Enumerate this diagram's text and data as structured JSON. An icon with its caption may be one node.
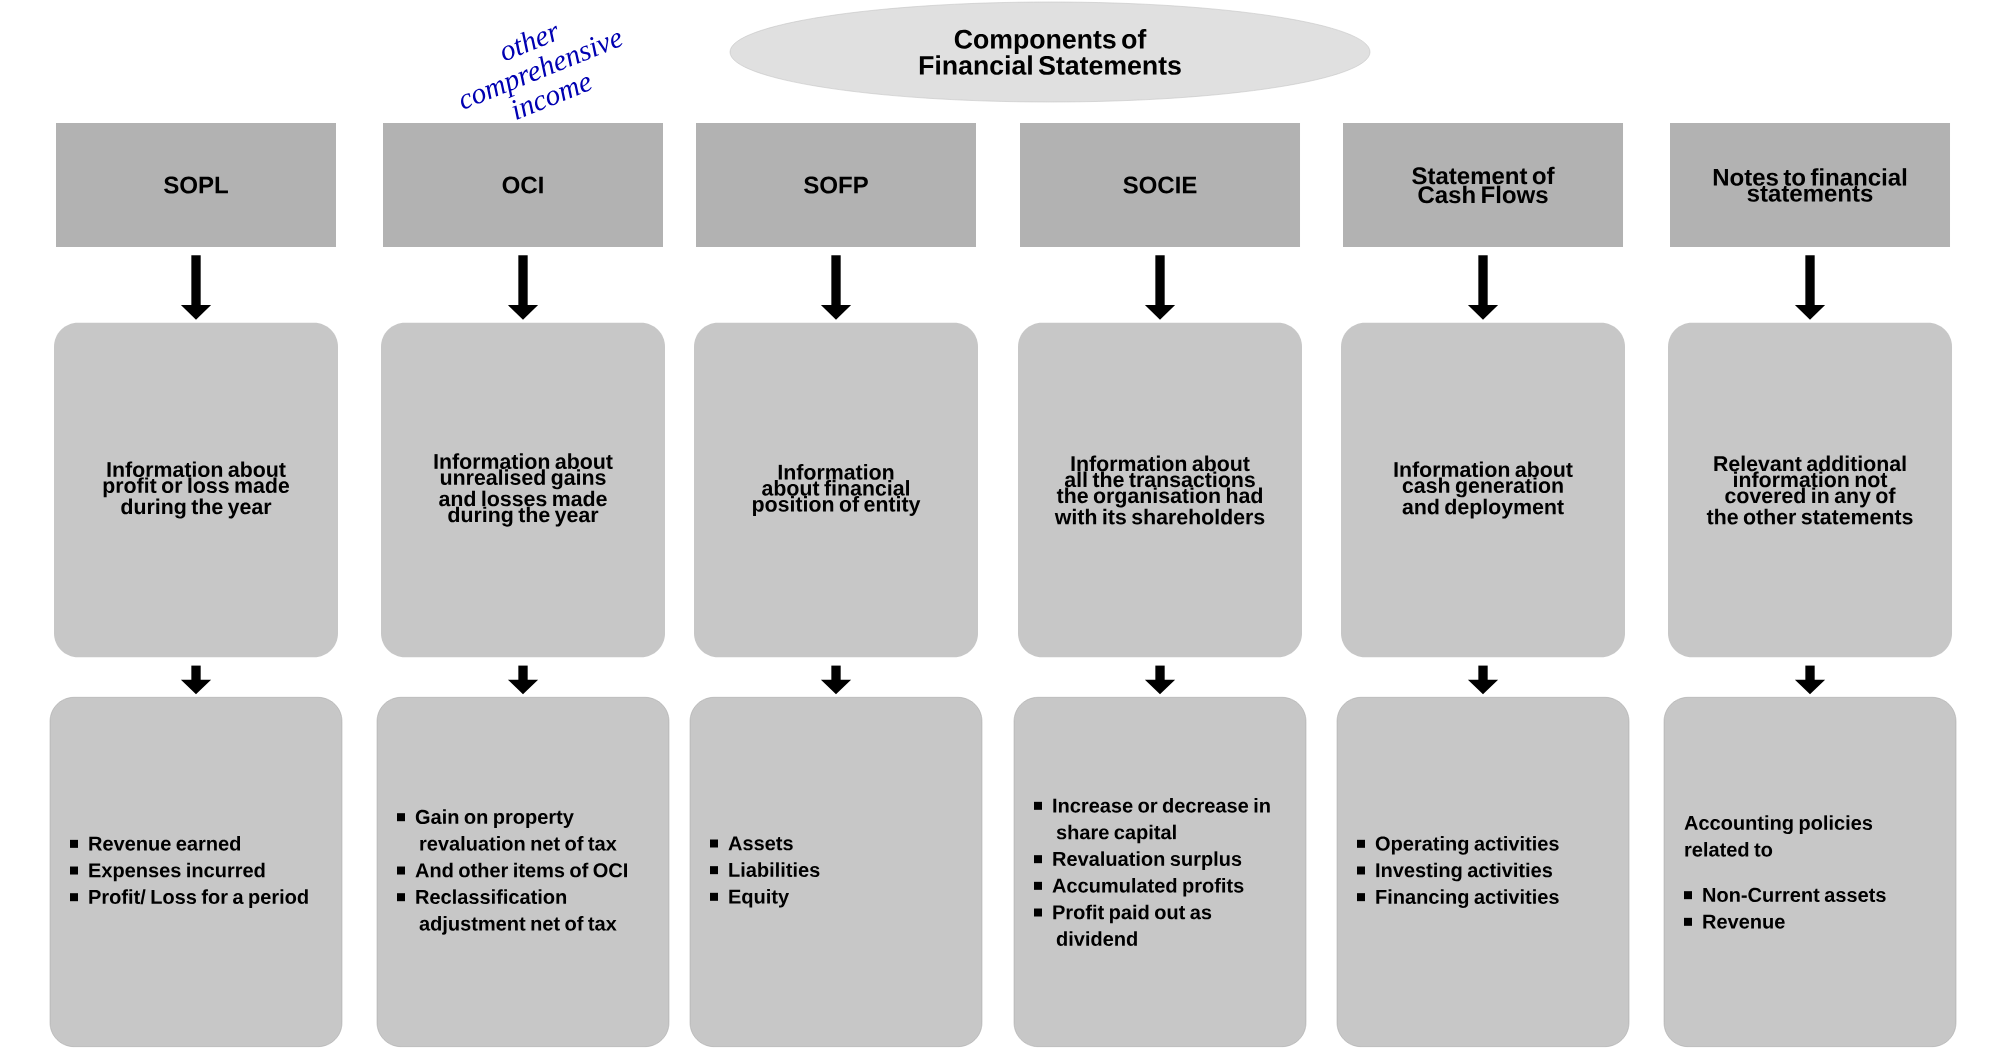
{
  "diagram": {
    "nodes": [
      {
        "text": [
          "Components of Financial Statements"
        ]
      },
      {
        "text": [
          "SOPL"
        ]
      },
      {
        "text": [
          "OCI"
        ]
      },
      {
        "text": [
          "SOFP"
        ]
      },
      {
        "text": [
          "SOCIE"
        ]
      },
      {
        "text": [
          "Statement of Cash Flows"
        ]
      },
      {
        "text": [
          "Notes to financial statements"
        ]
      },
      {
        "text": [
          "Information about profit or loss made during the year"
        ]
      },
      {
        "text": [
          "Information about unrealised gains and losses made during the year"
        ]
      },
      {
        "text": [
          "Information about financial position of entity"
        ]
      },
      {
        "text": [
          "Information about all the transactions the organisation had with its shareholders"
        ]
      },
      {
        "text": [
          "Information about cash generation and deployment"
        ]
      },
      {
        "text": [
          "Relevant additional information not covered in any of the other statements"
        ]
      },
      {
        "text": [
          "Revenue earned",
          "Expenses incurred",
          "Profit/ Loss for a period"
        ]
      },
      {
        "text": [
          "Gain on property revaluation net of tax",
          "And other items of OCI",
          "Reclassification adjustment net of tax"
        ]
      },
      {
        "text": [
          "Assets",
          "Liabilities",
          "Equity"
        ]
      },
      {
        "text": [
          "Increase or decrease in share capital",
          "Revaluation surplus",
          "Accumulated profits",
          "Profit paid out as dividend"
        ]
      },
      {
        "text": [
          "Operating activities",
          "Investing activities",
          "Financing activities"
        ]
      },
      {
        "text": [
          "Accounting policies related to",
          "Non-Current assets",
          "Revenue"
        ]
      }
    ],
    "edges": [
      {
        "from": 1,
        "to": 7,
        "arrow": "to"
      },
      {
        "from": 2,
        "to": 8,
        "arrow": "to"
      },
      {
        "from": 3,
        "to": 9,
        "arrow": "to"
      },
      {
        "from": 4,
        "to": 10,
        "arrow": "to"
      },
      {
        "from": 5,
        "to": 11,
        "arrow": "to"
      },
      {
        "from": 6,
        "to": 12,
        "arrow": "to"
      },
      {
        "from": 7,
        "to": 13,
        "arrow": "to"
      },
      {
        "from": 8,
        "to": 14,
        "arrow": "to"
      },
      {
        "from": 9,
        "to": 15,
        "arrow": "to"
      },
      {
        "from": 10,
        "to": 16,
        "arrow": "to"
      },
      {
        "from": 11,
        "to": 17,
        "arrow": "to"
      },
      {
        "from": 12,
        "to": 18,
        "arrow": "to"
      }
    ],
    "labels": [
      "other comprehensive income"
    ]
  }
}
